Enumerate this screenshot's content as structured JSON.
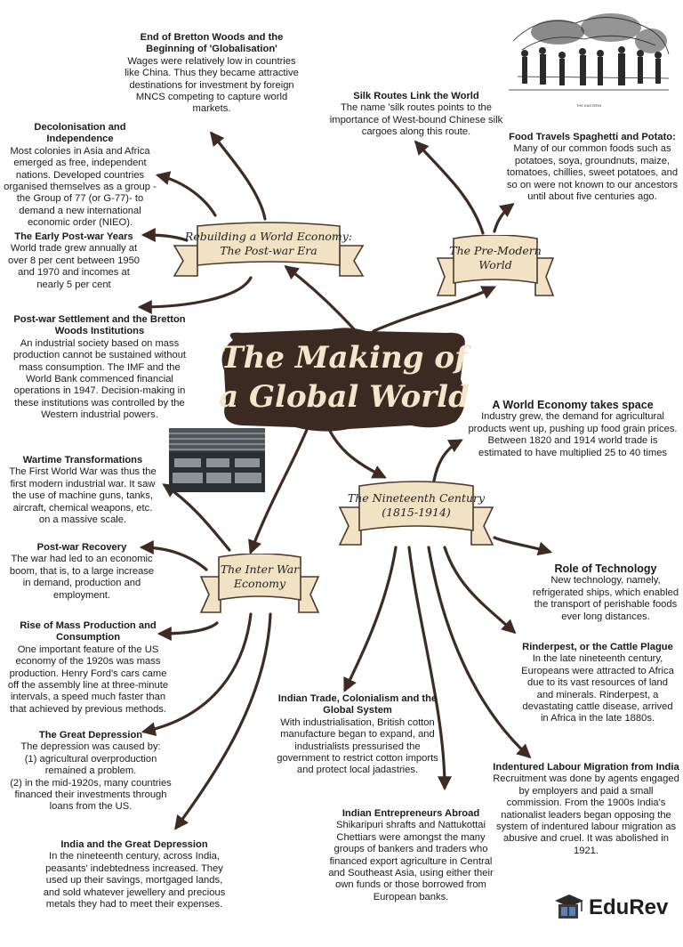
{
  "center_title": "The Making of\na Global World",
  "banners": {
    "postwar": "Rebuilding a World Economy:\nThe Post-war Era",
    "premodern": "The Pre-Modern\nWorld",
    "nineteenth": "The Nineteenth Century\n(1815-1914)",
    "interwar": "The Inter War\nEconomy"
  },
  "notes": {
    "bretton_end": {
      "h": "End of Bretton Woods and the Beginning of 'Globalisation'",
      "b": "Wages were relatively low in countries like China. Thus they became attractive destinations for investment by foreign MNCS competing to capture world markets."
    },
    "silk": {
      "h": "Silk Routes Link the World",
      "b": "The name 'silk routes points to the importance of West-bound Chinese silk cargoes along this route."
    },
    "decolonisation": {
      "h": "Decolonisation and Independence",
      "b": "Most colonies in Asia and Africa emerged as free, independent nations. Developed countries organised themselves as a group - the Group of 77 (or G-77)- to demand a new international economic order (NIEO)."
    },
    "food": {
      "h": "Food Travels Spaghetti and Potato:",
      "b": "Many of our common foods such as potatoes, soya, groundnuts, maize, tomatoes, chillies, sweet potatoes, and so on were not known to our ancestors until about five centuries ago."
    },
    "early_postwar": {
      "h": "The Early Post-war Years",
      "b": "World trade grew annually at over 8 per cent between 1950 and 1970 and incomes at nearly 5 per cent"
    },
    "postwar_settlement": {
      "h": "Post-war Settlement and the Bretton Woods Institutions",
      "b": "An industrial society based on mass production cannot be sustained without mass consumption. The IMF and the World Bank commenced financial operations in 1947. Decision-making in these institutions was controlled by the Western industrial powers."
    },
    "world_economy": {
      "h": "A World Economy takes space",
      "b": "Industry grew, the demand for agricultural products went up, pushing up food grain prices. Between 1820 and 1914 world trade is estimated to have multiplied 25 to 40 times"
    },
    "wartime": {
      "h": "Wartime Transformations",
      "b": "The First World War was thus the first modern industrial war. It saw the use of machine guns, tanks, aircraft, chemical weapons, etc. on a massive scale."
    },
    "postwar_recovery": {
      "h": "Post-war Recovery",
      "b": "The war had led to an economic boom, that is, to a large increase in demand, production and employment."
    },
    "technology": {
      "h": "Role of Technology",
      "b": "New technology, namely, refrigerated ships, which enabled the transport of perishable foods ever long distances."
    },
    "mass_production": {
      "h": "Rise of Mass Production and Consumption",
      "b": "One important feature of the US economy of the 1920s was mass production. Henry Ford's cars came off the assembly line at three-minute intervals, a speed much faster than that achieved by previous methods."
    },
    "rinderpest": {
      "h": "Rinderpest, or the Cattle Plague",
      "b": "In the late nineteenth century, Europeans were attracted to Africa due to its vast resources of land and minerals. Rinderpest, a devastating cattle disease, arrived in Africa in the late 1880s."
    },
    "indian_trade": {
      "h": "Indian Trade, Colonialism and the Global System",
      "b": "With industrialisation, British cotton manufacture began to expand, and industrialists pressurised the government to restrict cotton imports and protect local jadastries."
    },
    "depression": {
      "h": "The Great Depression",
      "b": "The depression was caused by:\n(1) agricultural overproduction remained a problem.\n(2) in the mid-1920s, many countries financed their investments through loans from the US."
    },
    "indentured": {
      "h": "Indentured Labour Migration from India",
      "b": "Recruitment was done by agents engaged by employers and paid a small commission. From the 1900s India's nationalist leaders began opposing the system of indentured labour migration as abusive and cruel. It was abolished in 1921."
    },
    "entrepreneurs": {
      "h": "Indian Entrepreneurs Abroad",
      "b": "Shikaripuri shrafts and Nattukottai Chettiars were amongst the many groups of bankers and traders who financed export agriculture in Central and Southeast Asia, using either their own funds or those borrowed from European banks."
    },
    "india_depression": {
      "h": "India and the Great Depression",
      "b": "In the nineteenth century, across India, peasants' indebtedness increased. They used up their savings, mortgaged lands, and sold whatever jewellery and precious metals they had to meet their expenses."
    }
  },
  "illustration_caption": "THE EASTERN",
  "brand": "EduRev",
  "colors": {
    "arrow": "#3e2c24",
    "title_bg": "#3b2a22",
    "title_text": "#f3e6cc",
    "banner_fill": "#f0e2c2",
    "banner_stroke": "#4a3a2e"
  }
}
